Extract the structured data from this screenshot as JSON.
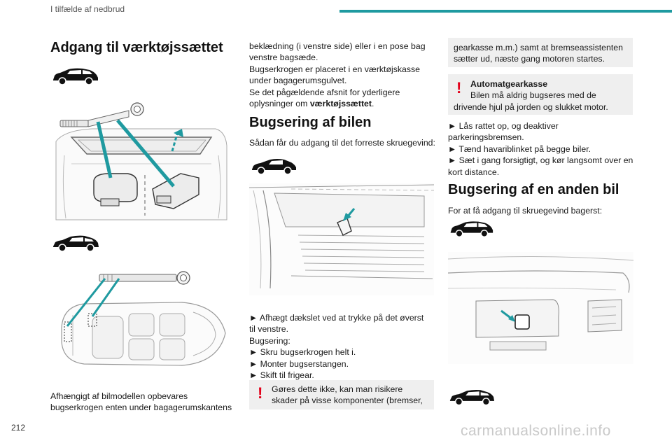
{
  "header": {
    "chapter": "I tilfælde af nedbrud"
  },
  "footer": {
    "page_number": "212",
    "watermark": "carmanualsonline.info"
  },
  "col1": {
    "title": "Adgang til værktøjssættet",
    "text_line1": "Afhængigt af bilmodellen opbevares",
    "text_line2": "bugserkrogen enten under bagagerumskantens"
  },
  "col2": {
    "cont_lines": [
      "beklædning (i venstre side) eller i en pose bag",
      "venstre bagsæde.",
      "Bugserkrogen er placeret i en værktøjskasse",
      "under bagagerumsgulvet.",
      "Se det pågældende afsnit for yderligere"
    ],
    "cont_last_prefix": "oplysninger om ",
    "cont_last_bold": "værktøjssættet",
    "cont_last_suffix": ".",
    "title": "Bugsering af bilen",
    "intro": "Sådan får du adgang til det forreste skruegevind:",
    "steps": [
      "► Afhægt dækslet ved at trykke på det øverst",
      "til venstre.",
      "Bugsering:",
      "► Skru bugserkrogen helt i.",
      "► Monter bugserstangen.",
      "► Skift til frigear."
    ],
    "warning_line1": "Gøres dette ikke, kan man risikere",
    "warning_line2": "skader på visse komponenter (bremser,"
  },
  "col3": {
    "warning_cont_line1": "gearkasse m.m.) samt at bremseassistenten",
    "warning_cont_line2": "sætter ud, næste gang motoren startes.",
    "auto_title": "Automatgearkasse",
    "auto_line1": "Bilen må aldrig bugseres med de",
    "auto_line2": "drivende hjul på jorden og slukket motor.",
    "steps": [
      "► Lås rattet op, og deaktiver",
      "parkeringsbremsen.",
      "► Tænd havariblinket på begge biler.",
      "► Sæt i gang forsigtigt, og kør langsomt over en",
      "kort distance."
    ],
    "title": "Bugsering af en anden bil",
    "intro": "For at få adgang til skruegevind bagerst:"
  },
  "icons": {
    "excl": "!",
    "accent_color": "#1f9aa0",
    "warn_color": "#e2001a"
  }
}
